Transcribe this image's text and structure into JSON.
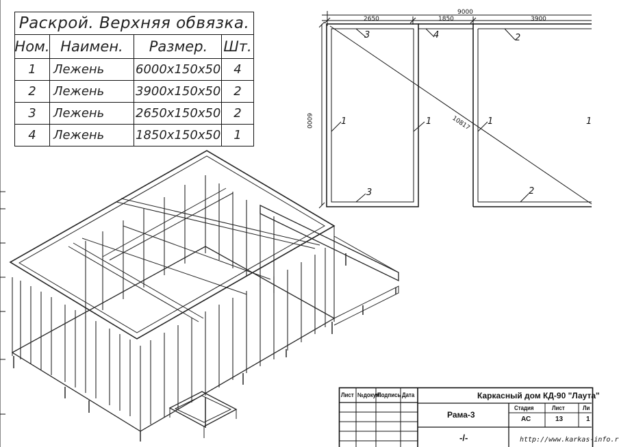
{
  "cut_table": {
    "title": "Раскрой. Верхняя обвязка.",
    "headers": [
      "Ном.",
      "Наимен.",
      "Размер.",
      "Шт."
    ],
    "rows": [
      {
        "num": "1",
        "name": "Лежень",
        "size": "6000х150х50",
        "qty": "4"
      },
      {
        "num": "2",
        "name": "Лежень",
        "size": "3900х150х50",
        "qty": "2"
      },
      {
        "num": "3",
        "name": "Лежень",
        "size": "2650х150х50",
        "qty": "2"
      },
      {
        "num": "4",
        "name": "Лежень",
        "size": "1850х150х50",
        "qty": "1"
      }
    ]
  },
  "frame_plan": {
    "dim_total": "9000",
    "dim_segments": [
      "2650",
      "1850",
      "3900"
    ],
    "dim_height": "6000",
    "diagonal": "10817",
    "labels": [
      "3",
      "4",
      "2",
      "1",
      "1",
      "1",
      "1",
      "3",
      "2"
    ]
  },
  "title_block": {
    "col_headers": [
      "Лист",
      "№докум.",
      "Подпись",
      "Дата"
    ],
    "project": "Каркасный дом КД-90 \"Лаута\"",
    "sheet_name": "Рама-3",
    "stage_label": "Стадия",
    "sheet_label": "Лист",
    "sheets_label": "Ли",
    "stage": "АС",
    "sheet": "13",
    "sheets_value": "1",
    "note": "-/-",
    "url": "http://www.karkas-info.r"
  },
  "colors": {
    "ink": "#111111",
    "paper": "#ffffff"
  }
}
